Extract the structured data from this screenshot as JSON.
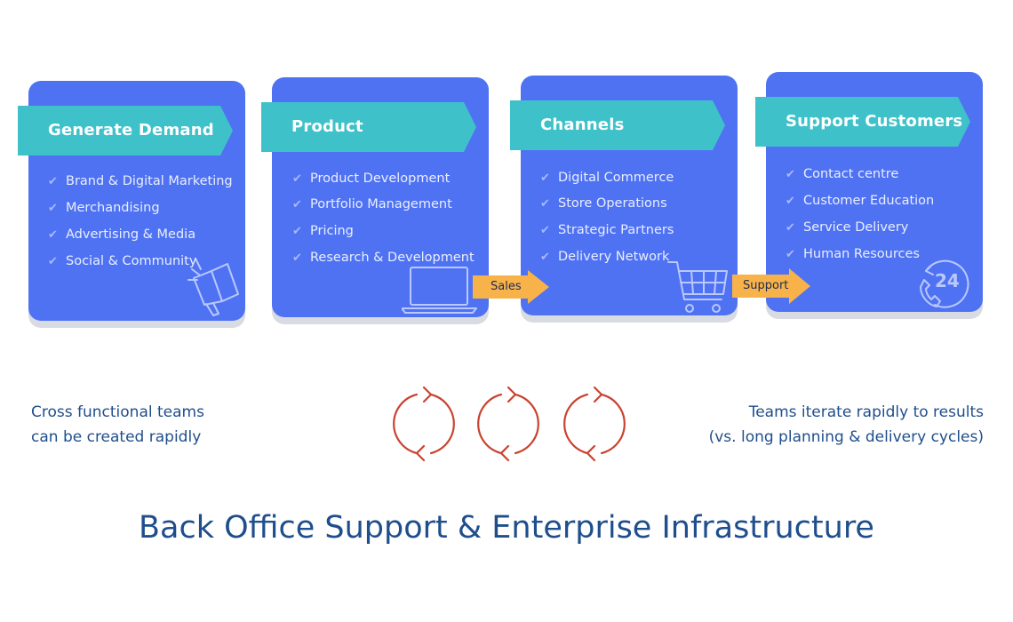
{
  "stages": [
    {
      "title": "Generate Demand",
      "items": [
        "Brand &  Digital Marketing",
        "Merchandising",
        "Advertising & Media",
        "Social & Community"
      ],
      "illustration": "megaphone-icon"
    },
    {
      "title": "Product",
      "items": [
        "Product Development",
        "Portfolio Management",
        "Pricing",
        "Research & Development"
      ],
      "illustration": "laptop-icon"
    },
    {
      "title": "Channels",
      "items": [
        "Digital  Commerce",
        "Store Operations",
        "Strategic Partners",
        "Delivery  Network"
      ],
      "illustration": "shopping-cart-icon"
    },
    {
      "title": "Support Customers",
      "items": [
        "Contact centre",
        "Customer Education",
        "Service Delivery",
        "Human Resources"
      ],
      "illustration": "support-24-icon"
    }
  ],
  "connectors": [
    {
      "label": "Sales"
    },
    {
      "label": "Support"
    }
  ],
  "left_note": {
    "line1": "Cross functional teams",
    "line2": "can be created rapidly"
  },
  "right_note": {
    "line1": "Teams iterate rapidly to results",
    "line2": "(vs. long planning & delivery cycles)"
  },
  "bottom_title": "Back Office Support & Enterprise Infrastructure",
  "colors": {
    "card": "#4f72f3",
    "banner": "#3fc1c9",
    "connector": "#f7b34a",
    "cycle": "#c9432f",
    "text_dark_blue": "#1f4e8c"
  }
}
